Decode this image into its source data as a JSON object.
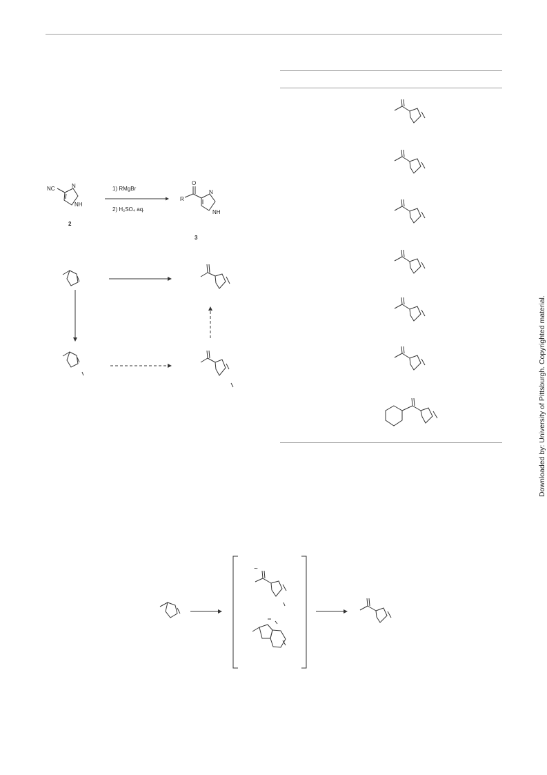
{
  "scheme1": {
    "reactant_group": "NC",
    "reactant_nh": "NH",
    "reactant_n": "N",
    "reactant_number": "2",
    "step1": "1) RMgBr",
    "step2": "2) H₂SO₄ aq.",
    "product_o": "O",
    "product_r": "R",
    "product_n": "N",
    "product_nh": "NH",
    "product_number": "3"
  },
  "scheme3": {
    "intermediate_mark": "~"
  },
  "watermark": {
    "text": "Downloaded by: University of Pittsburgh. Copyrighted material."
  }
}
